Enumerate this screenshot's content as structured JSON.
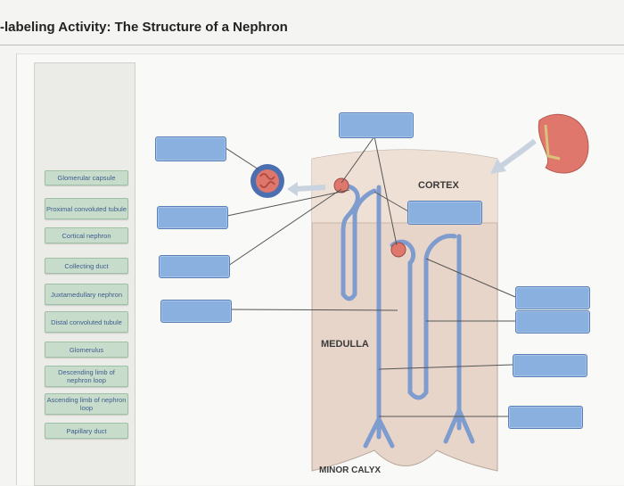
{
  "header": {
    "title": "-labeling Activity: The Structure of a Nephron"
  },
  "word_bank": [
    {
      "label": "Glomerular capsule"
    },
    {
      "label": "Proximal convoluted tubule"
    },
    {
      "label": "Cortical nephron"
    },
    {
      "label": "Collecting duct"
    },
    {
      "label": "Juxtamedullary nephron"
    },
    {
      "label": "Distal convoluted tubule"
    },
    {
      "label": "Glomerulus"
    },
    {
      "label": "Descending limb of nephron loop"
    },
    {
      "label": "Ascending limb of nephron loop"
    },
    {
      "label": "Papillary duct"
    }
  ],
  "diagram": {
    "cortex_label": "CORTEX",
    "medulla_label": "MEDULLA",
    "minor_calyx_label": "MINOR CALYX"
  },
  "colors": {
    "chip_bg": "#c8dccc",
    "chip_text": "#3d5d8c",
    "drop_box": "#8ab0df",
    "tubule": "#7f9ccf",
    "vessel": "#e0776c"
  }
}
